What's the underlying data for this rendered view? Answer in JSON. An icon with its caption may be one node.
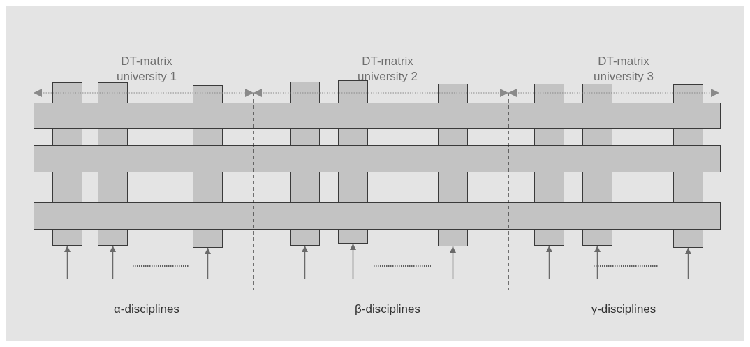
{
  "diagram": {
    "nodes": [
      {
        "text": [],
        "shape": "bar"
      },
      {
        "text": [],
        "shape": "bar"
      },
      {
        "text": [],
        "shape": "bar"
      },
      {
        "text": [],
        "shape": "bar"
      },
      {
        "text": [],
        "shape": "bar"
      },
      {
        "text": [],
        "shape": "bar"
      },
      {
        "text": [],
        "shape": "bar"
      },
      {
        "text": [],
        "shape": "bar"
      },
      {
        "text": [],
        "shape": "bar"
      },
      {
        "text": [],
        "shape": "bar"
      },
      {
        "text": [],
        "shape": "bar"
      },
      {
        "text": [],
        "shape": "bar"
      }
    ],
    "edges": [
      {
        "from": null,
        "to": 3,
        "arrow": "to"
      },
      {
        "from": null,
        "to": 4,
        "arrow": "to"
      },
      {
        "from": null,
        "to": 5,
        "arrow": "to"
      },
      {
        "from": null,
        "to": 6,
        "arrow": "to"
      },
      {
        "from": null,
        "to": 7,
        "arrow": "to"
      },
      {
        "from": null,
        "to": 8,
        "arrow": "to"
      },
      {
        "from": null,
        "to": 9,
        "arrow": "to"
      },
      {
        "from": null,
        "to": 10,
        "arrow": "to"
      },
      {
        "from": null,
        "to": 11,
        "arrow": "to"
      }
    ],
    "labels": [
      "DT-matrix university 1",
      "DT-matrix university 2",
      "DT-matrix university 3",
      "α-disciplines",
      "β-disciplines",
      "γ-disciplines"
    ]
  }
}
